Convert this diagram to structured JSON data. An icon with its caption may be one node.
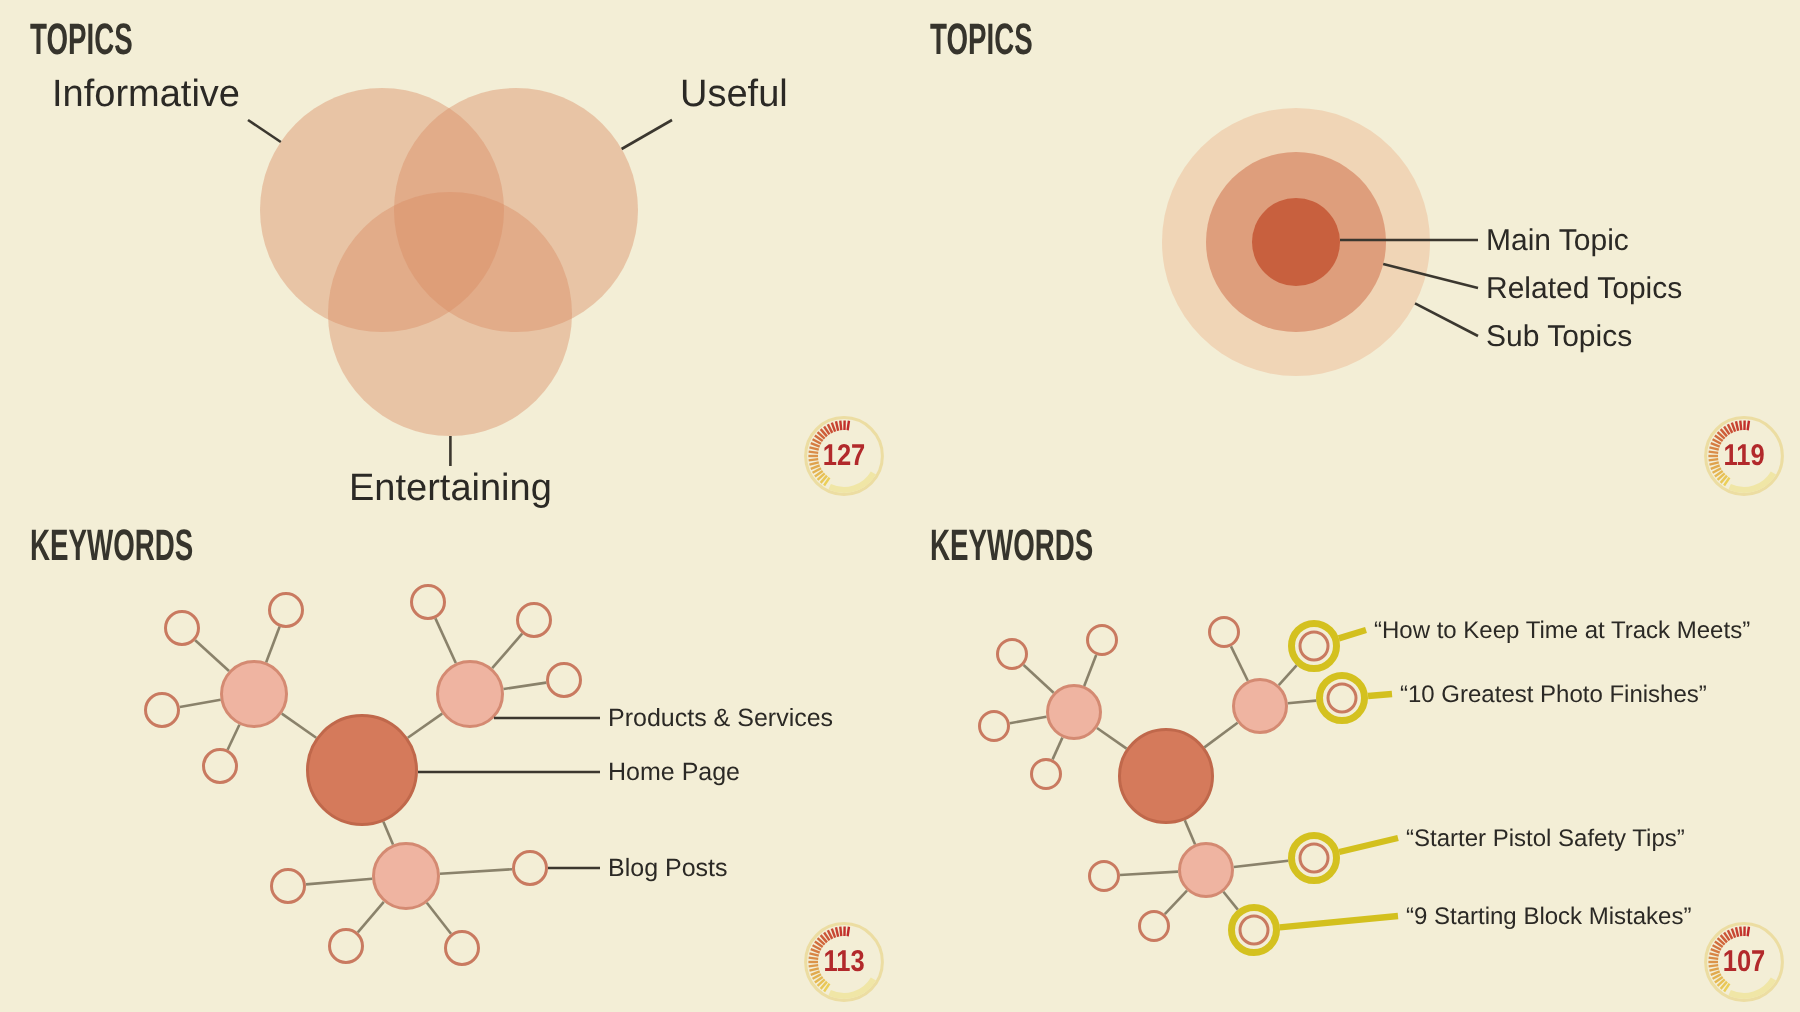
{
  "diagram": {
    "nodes": [
      {
        "text": [
          "Informative"
        ]
      },
      {
        "text": [],
        "shape": "circle"
      },
      {
        "text": [
          "Useful"
        ]
      },
      {
        "text": [],
        "shape": "circle"
      },
      {
        "text": [],
        "shape": "circle"
      },
      {
        "text": [
          "Entertaining"
        ]
      },
      {
        "text": [
          "127"
        ]
      },
      {
        "text": [],
        "shape": "circle"
      },
      {
        "text": [],
        "shape": "circle",
        "in": 7
      },
      {
        "text": [],
        "shape": "circle",
        "in": 8
      },
      {
        "text": [
          "Main Topic"
        ]
      },
      {
        "text": [
          "Related Topics"
        ]
      },
      {
        "text": [
          "Sub Topics"
        ]
      },
      {
        "text": [
          "119"
        ]
      },
      {
        "text": [],
        "shape": "circle"
      },
      {
        "text": [],
        "shape": "circle"
      },
      {
        "text": [],
        "shape": "circle"
      },
      {
        "text": [],
        "shape": "circle"
      },
      {
        "text": [],
        "shape": "circle"
      },
      {
        "text": [],
        "shape": "circle"
      },
      {
        "text": [],
        "shape": "circle"
      },
      {
        "text": [],
        "shape": "circle"
      },
      {
        "text": [],
        "shape": "circle"
      },
      {
        "text": [],
        "shape": "circle"
      },
      {
        "text": [],
        "shape": "circle"
      },
      {
        "text": [],
        "shape": "circle"
      },
      {
        "text": [],
        "shape": "circle"
      },
      {
        "text": [],
        "shape": "circle"
      },
      {
        "text": [],
        "shape": "circle"
      },
      {
        "text": [
          "Products & Services"
        ]
      },
      {
        "text": [
          "Home Page"
        ]
      },
      {
        "text": [
          "Blog Posts"
        ]
      },
      {
        "text": [
          "113"
        ]
      },
      {
        "text": [],
        "shape": "circle"
      },
      {
        "text": [],
        "shape": "circle"
      },
      {
        "text": [],
        "shape": "circle"
      },
      {
        "text": [],
        "shape": "circle"
      },
      {
        "text": [],
        "shape": "circle"
      },
      {
        "text": [],
        "shape": "circle"
      },
      {
        "text": [],
        "shape": "circle"
      },
      {
        "text": [],
        "shape": "circle"
      },
      {
        "text": [],
        "shape": "circle"
      },
      {
        "text": [],
        "shape": "circle"
      },
      {
        "text": [],
        "shape": "circle"
      },
      {
        "text": [],
        "shape": "circle"
      },
      {
        "text": [],
        "shape": "circle"
      },
      {
        "text": [],
        "shape": "circle"
      },
      {
        "text": [],
        "shape": "circle"
      },
      {
        "text": [
          "“How to Keep Time at Track Meets”"
        ]
      },
      {
        "text": [
          "“10 Greatest Photo Finishes”"
        ]
      },
      {
        "text": [
          "“Starter Pistol Safety Tips”"
        ]
      },
      {
        "text": [
          "“9 Starting Block Mistakes”"
        ]
      },
      {
        "text": [
          "107"
        ]
      }
    ],
    "edges": [
      {
        "from": 0,
        "to": 1,
        "arrow": "none",
        "color": "#3b372f"
      },
      {
        "from": 2,
        "to": 3,
        "arrow": "none",
        "color": "#3b372f"
      },
      {
        "from": 5,
        "to": 4,
        "arrow": "none",
        "color": "#3b372f"
      },
      {
        "from": 10,
        "to": 9,
        "arrow": "none",
        "color": "#3b372f"
      },
      {
        "from": 11,
        "to": 8,
        "arrow": "none",
        "color": "#3b372f"
      },
      {
        "from": 12,
        "to": 7,
        "arrow": "none",
        "color": "#3b372f"
      },
      {
        "from": 14,
        "to": 15,
        "arrow": "none"
      },
      {
        "from": 14,
        "to": 20,
        "arrow": "none"
      },
      {
        "from": 14,
        "to": 24,
        "arrow": "none"
      },
      {
        "from": 15,
        "to": 16,
        "arrow": "none"
      },
      {
        "from": 15,
        "to": 17,
        "arrow": "none"
      },
      {
        "from": 15,
        "to": 18,
        "arrow": "none"
      },
      {
        "from": 15,
        "to": 19,
        "arrow": "none"
      },
      {
        "from": 20,
        "to": 21,
        "arrow": "none"
      },
      {
        "from": 20,
        "to": 22,
        "arrow": "none"
      },
      {
        "from": 20,
        "to": 23,
        "arrow": "none"
      },
      {
        "from": 24,
        "to": 25,
        "arrow": "none"
      },
      {
        "from": 24,
        "to": 26,
        "arrow": "none"
      },
      {
        "from": 24,
        "to": 27,
        "arrow": "none"
      },
      {
        "from": 24,
        "to": 28,
        "arrow": "none"
      },
      {
        "from": 29,
        "to": 20,
        "arrow": "none",
        "color": "#3b372f"
      },
      {
        "from": 30,
        "to": 14,
        "arrow": "none",
        "color": "#3b372f"
      },
      {
        "from": 31,
        "to": 28,
        "arrow": "none",
        "color": "#3b372f"
      },
      {
        "from": 33,
        "to": 34,
        "arrow": "none"
      },
      {
        "from": 33,
        "to": 39,
        "arrow": "none"
      },
      {
        "from": 33,
        "to": 43,
        "arrow": "none"
      },
      {
        "from": 34,
        "to": 35,
        "arrow": "none"
      },
      {
        "from": 34,
        "to": 36,
        "arrow": "none"
      },
      {
        "from": 34,
        "to": 37,
        "arrow": "none"
      },
      {
        "from": 34,
        "to": 38,
        "arrow": "none"
      },
      {
        "from": 39,
        "to": 40,
        "arrow": "none"
      },
      {
        "from": 39,
        "to": 41,
        "arrow": "none"
      },
      {
        "from": 39,
        "to": 42,
        "arrow": "none"
      },
      {
        "from": 43,
        "to": 44,
        "arrow": "none"
      },
      {
        "from": 43,
        "to": 45,
        "arrow": "none"
      },
      {
        "from": 43,
        "to": 46,
        "arrow": "none"
      },
      {
        "from": 43,
        "to": 47,
        "arrow": "none"
      },
      {
        "from": 48,
        "to": 41,
        "arrow": "none",
        "style": "thick",
        "color": "#d3c01e"
      },
      {
        "from": 49,
        "to": 42,
        "arrow": "none",
        "style": "thick",
        "color": "#d3c01e"
      },
      {
        "from": 50,
        "to": 47,
        "arrow": "none",
        "style": "thick",
        "color": "#d3c01e"
      },
      {
        "from": 51,
        "to": 46,
        "arrow": "none",
        "style": "thick",
        "color": "#d3c01e"
      }
    ],
    "labels": [
      "TOPICS",
      "TOPICS",
      "KEYWORDS",
      "KEYWORDS"
    ]
  }
}
